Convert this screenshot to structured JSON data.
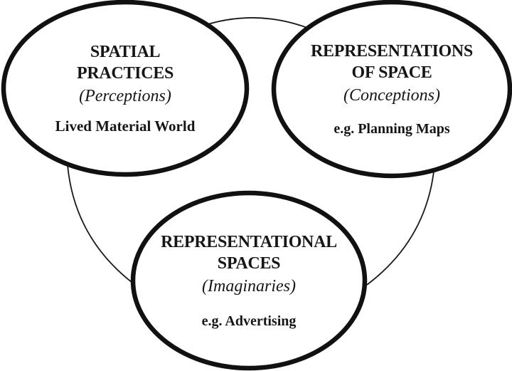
{
  "colors": {
    "stroke": "#111111",
    "thin_line": "#1a1a1a",
    "fill": "#ffffff",
    "text": "#161616"
  },
  "nodes": {
    "spatial_practices": {
      "title_line1": "SPATIAL",
      "title_line2": "PRACTICES",
      "subtitle": "(Perceptions)",
      "example": "Lived Material World"
    },
    "representations_of_space": {
      "title_line1": "REPRESENTATIONS",
      "title_line2": "OF SPACE",
      "subtitle": "(Conceptions)",
      "example": "e.g. Planning Maps"
    },
    "representational_spaces": {
      "title_line1": "REPRESENTATIONAL",
      "title_line2": "SPACES",
      "subtitle": "(Imaginaries)",
      "example": "e.g. Advertising"
    }
  }
}
